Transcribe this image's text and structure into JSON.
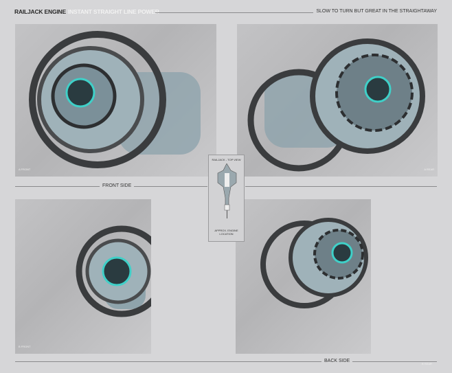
{
  "header": {
    "title": "RAILJACK ENGINE",
    "subtitle": "INSTANT STRAIGHT LINE POWER",
    "tagline": "SLOW TO TURN BUT GREAT IN THE STRAIGHTAWAY"
  },
  "sections": {
    "front": "FRONT SIDE",
    "back": "BACK SIDE"
  },
  "panels": [
    {
      "label": "A FRONT"
    },
    {
      "label": "A REAR"
    },
    {
      "label": "B FRONT"
    },
    {
      "label": "B REAR"
    }
  ],
  "inset": {
    "title": "RAILJACK - TOP VIEW",
    "caption": "APPROX. ENGINE LOCATION"
  },
  "colors": {
    "background": "#d6d6d8",
    "accent_glow": "#3fd0c8",
    "metal": "#8fa4ac",
    "ring": "#3a3c3e"
  }
}
